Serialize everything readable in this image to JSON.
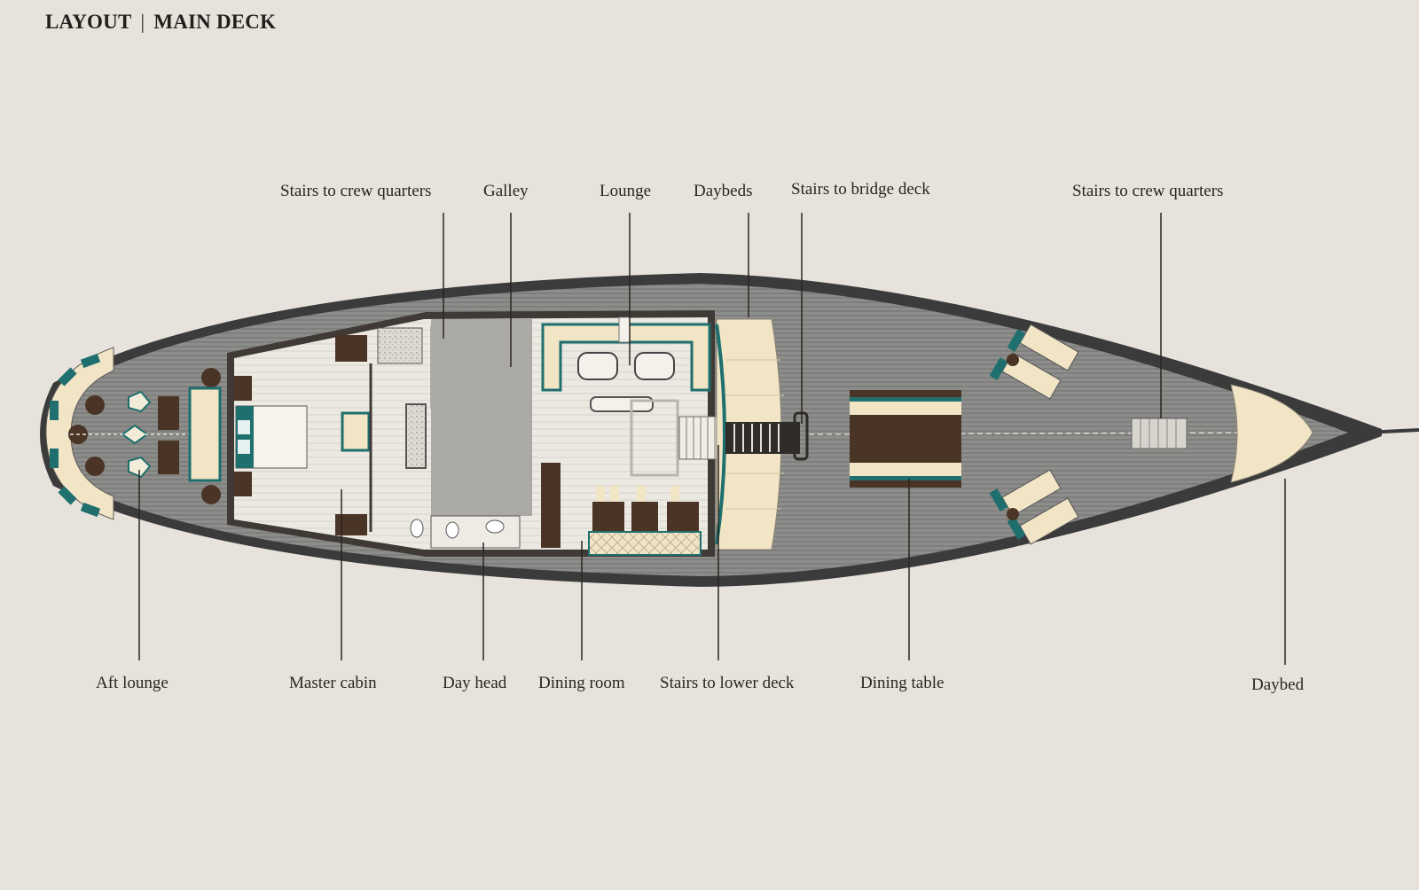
{
  "title": {
    "left": "LAYOUT",
    "separator": "|",
    "right": "MAIN DECK"
  },
  "colors": {
    "background": "#e7e3dc",
    "hull": "#3b3b3b",
    "deck": "#9a9a98",
    "interior": "#ebe8e2",
    "accent_teal": "#1f6f6e",
    "cushion": "#f2e7c9",
    "wood_dark": "#4a3426"
  },
  "labels": {
    "top": [
      "Stairs to crew quarters",
      "Galley",
      "Lounge",
      "Daybeds",
      "Stairs to bridge deck",
      "Stairs to crew quarters"
    ],
    "bottom": [
      "Aft lounge",
      "Master cabin",
      "Day head",
      "Dining room",
      "Stairs to lower deck",
      "Dining table",
      "Daybed"
    ]
  }
}
